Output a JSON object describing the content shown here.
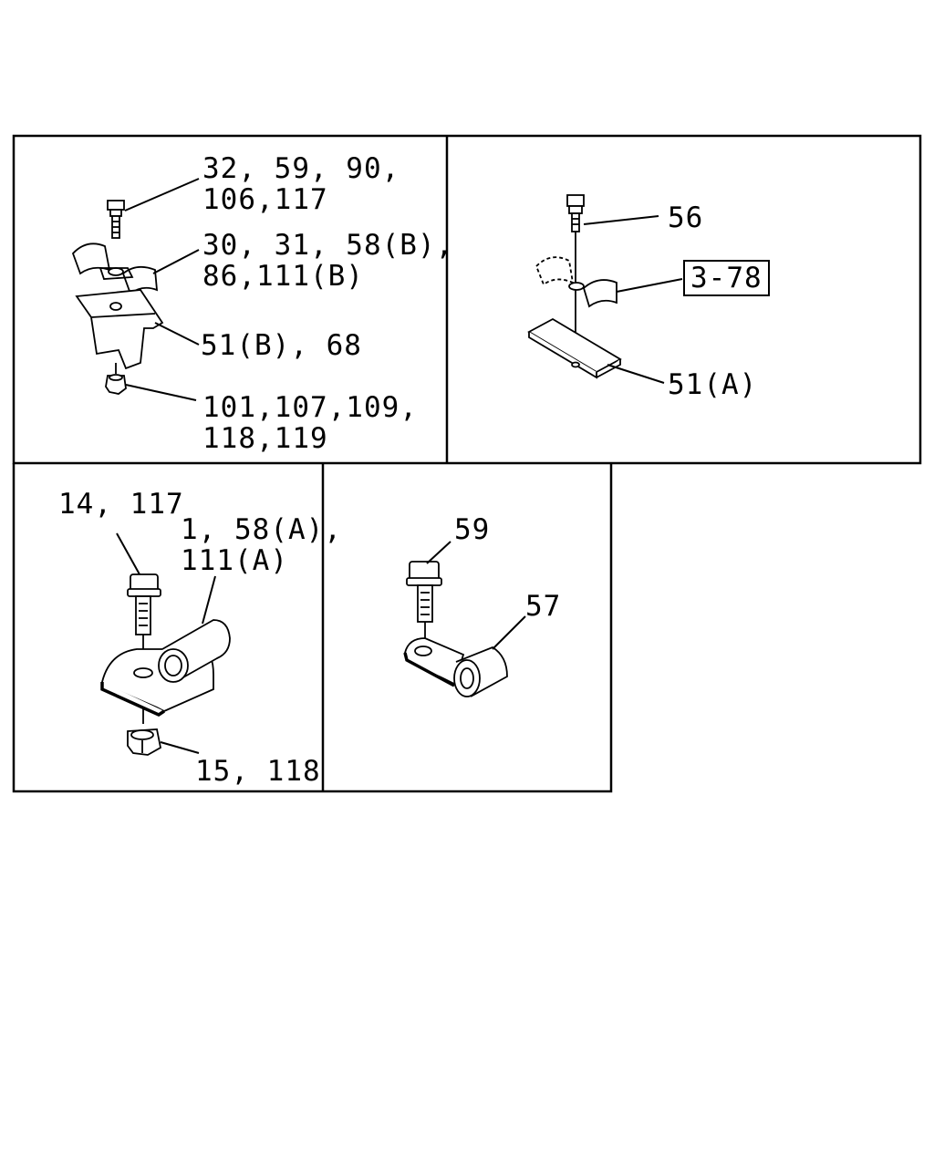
{
  "panel_tl": {
    "label_bolt_line1": "32, 59, 90,",
    "label_bolt_line2": "106,117",
    "label_clamp_line1": "30, 31, 58(B),",
    "label_clamp_line2": "86,111(B)",
    "label_bracket": "51(B), 68",
    "label_nut_line1": "101,107,109,",
    "label_nut_line2": "118,119"
  },
  "panel_tr": {
    "label_bolt": "56",
    "label_ref": "3-78",
    "label_plate": "51(A)"
  },
  "panel_bl": {
    "label_bolt": "14, 117",
    "label_clip_line1": "1, 58(A),",
    "label_clip_line2": "111(A)",
    "label_nut": "15, 118"
  },
  "panel_bm": {
    "label_bolt": "59",
    "label_clip": "57"
  }
}
